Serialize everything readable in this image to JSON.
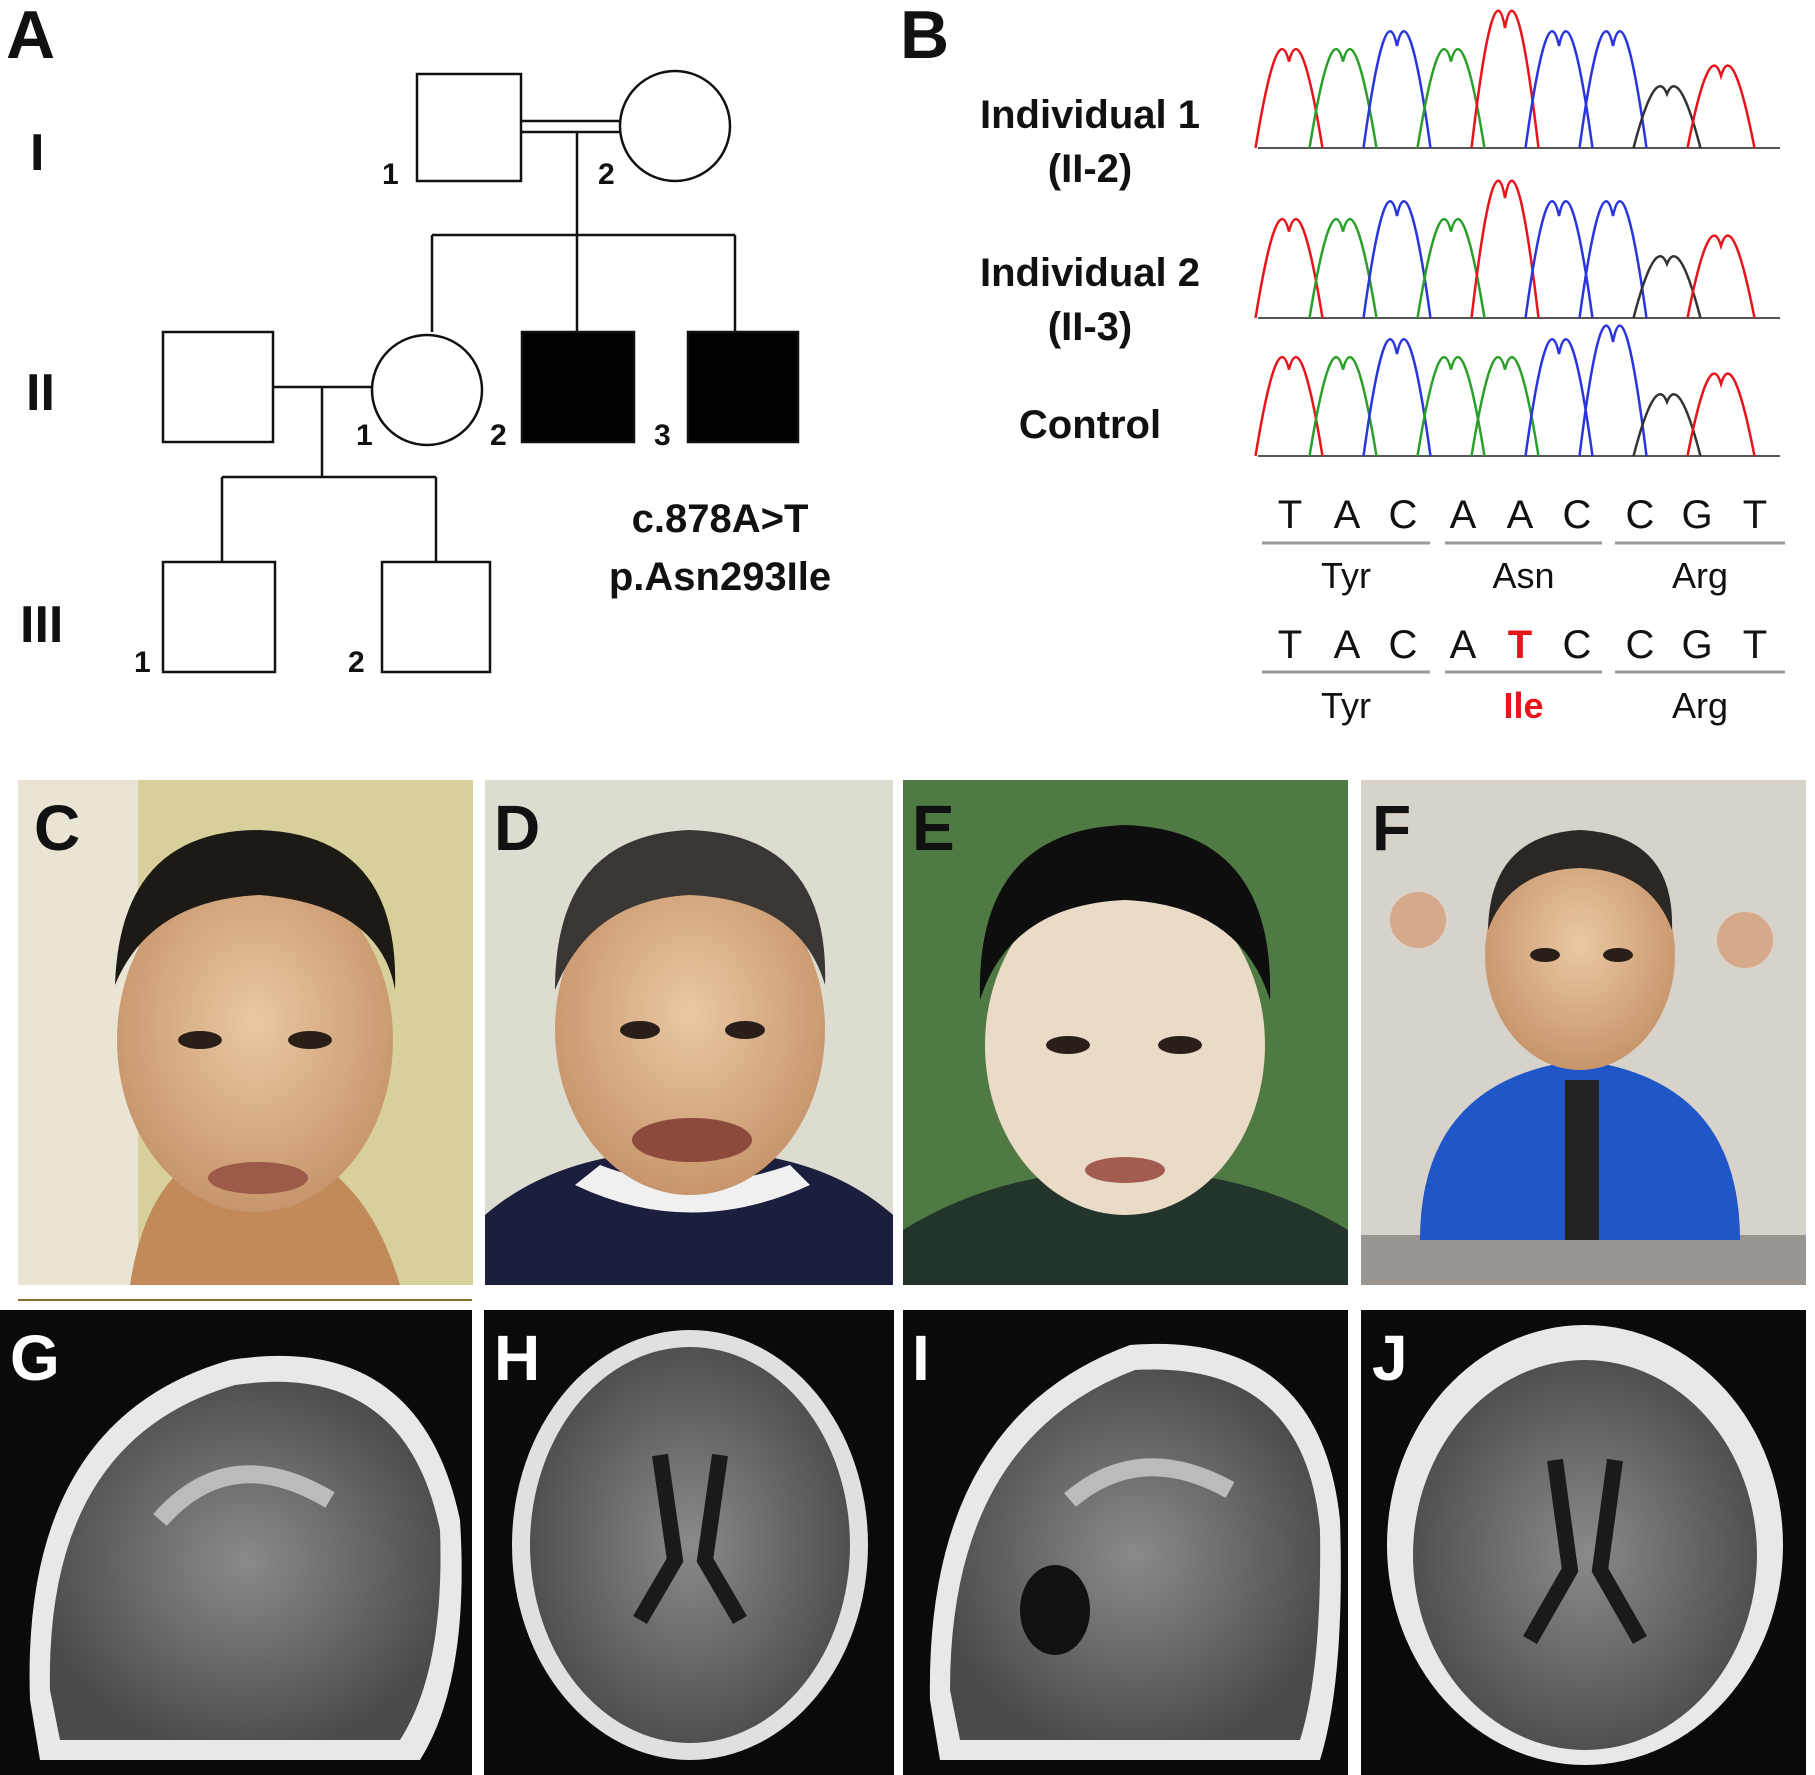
{
  "panels": {
    "A": "A",
    "B": "B",
    "C": "C",
    "D": "D",
    "E": "E",
    "F": "F",
    "G": "G",
    "H": "H",
    "I": "I",
    "J": "J"
  },
  "pedigree": {
    "generations": [
      "I",
      "II",
      "III"
    ],
    "gen1": {
      "male_number": "1",
      "female_number": "2"
    },
    "gen2": {
      "spouse_number": "",
      "female_number": "1",
      "affected1_number": "2",
      "affected2_number": "3"
    },
    "gen3": {
      "child1_number": "1",
      "child2_number": "2"
    },
    "mutation": {
      "cdna": "c.878A>T",
      "protein": "p.Asn293Ile"
    }
  },
  "chromatograms": {
    "rows": [
      {
        "label": "Individual 1",
        "sublabel": "(II-2)"
      },
      {
        "label": "Individual 2",
        "sublabel": "(II-3)"
      },
      {
        "label": "Control",
        "sublabel": ""
      }
    ],
    "colors": {
      "A": "#2aa02a",
      "C": "#2a35e0",
      "G": "#333333",
      "T": "#e8141b"
    }
  },
  "sequence": {
    "reference": {
      "bases": [
        "T",
        "A",
        "C",
        "A",
        "A",
        "C",
        "C",
        "G",
        "T"
      ],
      "codons": [
        "Tyr",
        "Asn",
        "Arg"
      ]
    },
    "mutant": {
      "bases": [
        "T",
        "A",
        "C",
        "A",
        "T",
        "C",
        "C",
        "G",
        "T"
      ],
      "codons": [
        "Tyr",
        "Ile",
        "Arg"
      ],
      "highlight_base_index": 4,
      "highlight_codon_index": 1
    }
  }
}
